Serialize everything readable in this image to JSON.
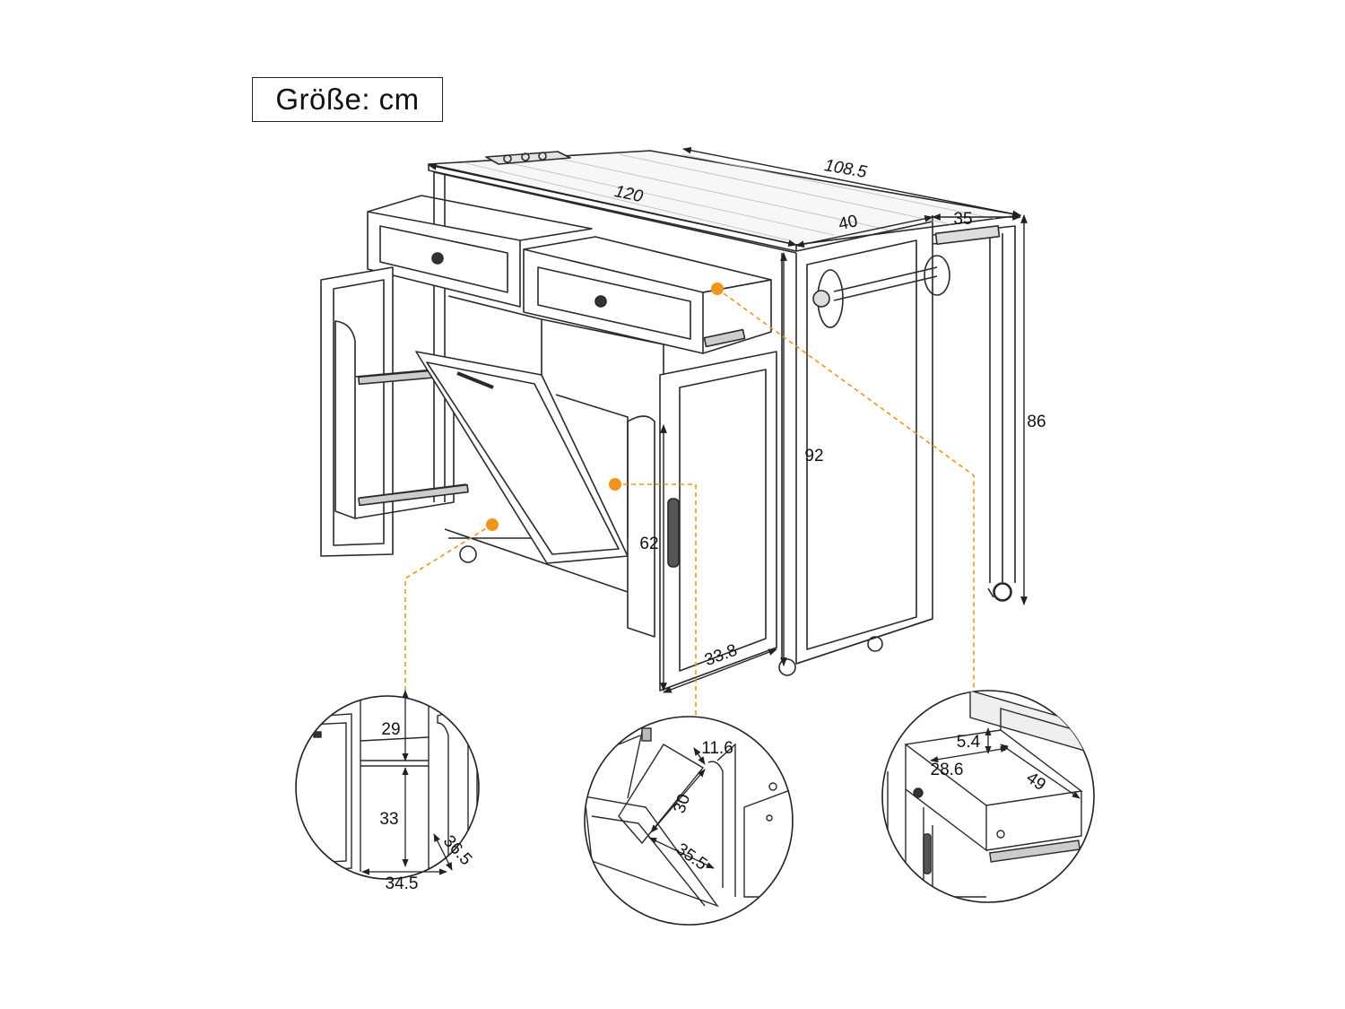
{
  "unit_label": "Größe: cm",
  "colors": {
    "line": "#2a2a2a",
    "callout": "#f0941e",
    "background": "#ffffff"
  },
  "main_view": {
    "top_length": "108.5",
    "body_length": "120",
    "depth": "40",
    "extension_depth": "35",
    "extension_height": "86",
    "total_height": "92",
    "bin_height": "62",
    "door_width": "33.8"
  },
  "detail_left": {
    "shelf_upper_height": "29",
    "shelf_lower_height": "33",
    "shelf_width": "34.5",
    "shelf_depth": "36.5"
  },
  "detail_middle": {
    "bin_gap": "11.6",
    "bin_depth": "30",
    "bin_width": "35.5"
  },
  "detail_right": {
    "drawer_height": "5.4",
    "drawer_width": "28.6",
    "drawer_depth": "49"
  }
}
